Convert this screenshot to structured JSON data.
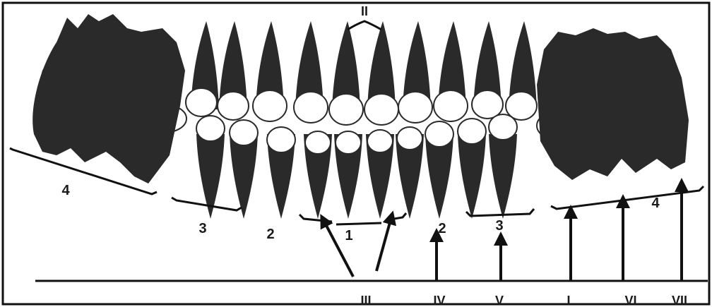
{
  "diagram": {
    "group_labels": {
      "upper_front": "II",
      "left_molars": "4",
      "left_premolars": "3",
      "left_canine": "2",
      "incisors": "1",
      "right_canine": "2",
      "right_premolars": "3",
      "right_molars": "4"
    },
    "arrow_labels": {
      "III": "III",
      "IV": "IV",
      "V": "V",
      "I": "I",
      "VI": "VI",
      "VII": "VII"
    }
  }
}
